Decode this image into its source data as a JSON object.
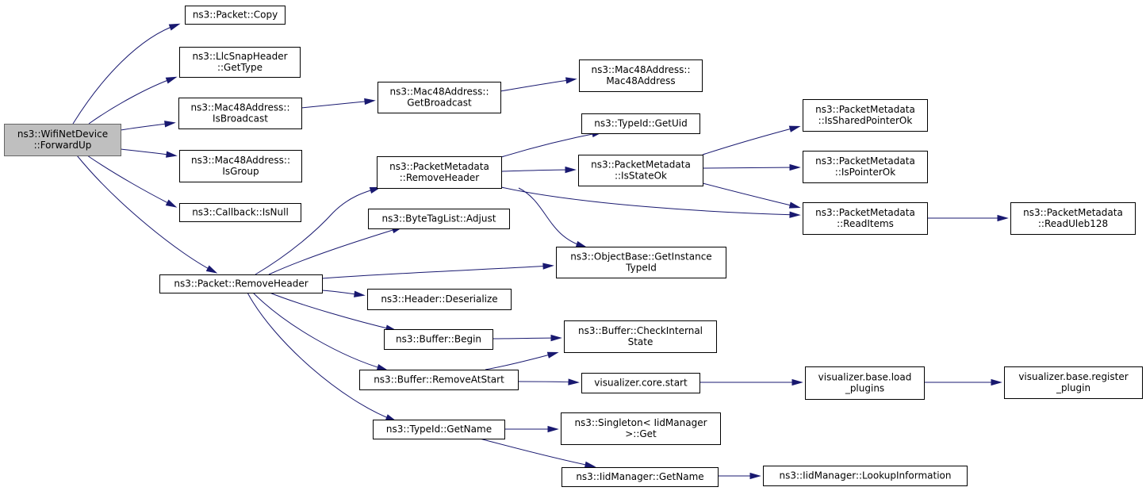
{
  "diagram": {
    "type": "call-graph",
    "nodes": [
      {
        "id": "wifi_forwardup",
        "lines": [
          "ns3::WifiNetDevice",
          "::ForwardUp"
        ],
        "highlighted": true
      },
      {
        "id": "packet_copy",
        "lines": [
          "ns3::Packet::Copy"
        ]
      },
      {
        "id": "llcsnap_gettype",
        "lines": [
          "ns3::LlcSnapHeader",
          "::GetType"
        ]
      },
      {
        "id": "mac48_isbroadcast",
        "lines": [
          "ns3::Mac48Address::",
          "IsBroadcast"
        ]
      },
      {
        "id": "mac48_isgroup",
        "lines": [
          "ns3::Mac48Address::",
          "IsGroup"
        ]
      },
      {
        "id": "callback_isnull",
        "lines": [
          "ns3::Callback::IsNull"
        ]
      },
      {
        "id": "packet_removeheader",
        "lines": [
          "ns3::Packet::RemoveHeader"
        ]
      },
      {
        "id": "mac48_getbroadcast",
        "lines": [
          "ns3::Mac48Address::",
          "GetBroadcast"
        ]
      },
      {
        "id": "mac48_ctor",
        "lines": [
          "ns3::Mac48Address::",
          "Mac48Address"
        ]
      },
      {
        "id": "pm_removeheader",
        "lines": [
          "ns3::PacketMetadata",
          "::RemoveHeader"
        ]
      },
      {
        "id": "bytetaglist_adjust",
        "lines": [
          "ns3::ByteTagList::Adjust"
        ]
      },
      {
        "id": "header_deserialize",
        "lines": [
          "ns3::Header::Deserialize"
        ]
      },
      {
        "id": "buffer_begin",
        "lines": [
          "ns3::Buffer::Begin"
        ]
      },
      {
        "id": "buffer_removeatstart",
        "lines": [
          "ns3::Buffer::RemoveAtStart"
        ]
      },
      {
        "id": "typeid_getname",
        "lines": [
          "ns3::TypeId::GetName"
        ]
      },
      {
        "id": "typeid_getuid",
        "lines": [
          "ns3::TypeId::GetUid"
        ]
      },
      {
        "id": "pm_isstateok",
        "lines": [
          "ns3::PacketMetadata",
          "::IsStateOk"
        ]
      },
      {
        "id": "objectbase_getinstancetypeid",
        "lines": [
          "ns3::ObjectBase::GetInstance",
          "TypeId"
        ]
      },
      {
        "id": "buffer_checkinternalstate",
        "lines": [
          "ns3::Buffer::CheckInternal",
          "State"
        ]
      },
      {
        "id": "visualizer_core_start",
        "lines": [
          "visualizer.core.start"
        ]
      },
      {
        "id": "singleton_get",
        "lines": [
          "ns3::Singleton< IidManager",
          ">::Get"
        ]
      },
      {
        "id": "iidmanager_getname",
        "lines": [
          "ns3::IidManager::GetName"
        ]
      },
      {
        "id": "pm_issharedpointerok",
        "lines": [
          "ns3::PacketMetadata",
          "::IsSharedPointerOk"
        ]
      },
      {
        "id": "pm_ispointerok",
        "lines": [
          "ns3::PacketMetadata",
          "::IsPointerOk"
        ]
      },
      {
        "id": "pm_readitems",
        "lines": [
          "ns3::PacketMetadata",
          "::ReadItems"
        ]
      },
      {
        "id": "visualizer_base_load_plugins",
        "lines": [
          "visualizer.base.load",
          "_plugins"
        ]
      },
      {
        "id": "iidmanager_lookupinformation",
        "lines": [
          "ns3::IidManager::LookupInformation"
        ]
      },
      {
        "id": "pm_readuleb128",
        "lines": [
          "ns3::PacketMetadata",
          "::ReadUleb128"
        ]
      },
      {
        "id": "visualizer_base_register_plugin",
        "lines": [
          "visualizer.base.register",
          "_plugin"
        ]
      }
    ],
    "edges": [
      {
        "from": "wifi_forwardup",
        "to": "packet_copy"
      },
      {
        "from": "wifi_forwardup",
        "to": "llcsnap_gettype"
      },
      {
        "from": "wifi_forwardup",
        "to": "mac48_isbroadcast"
      },
      {
        "from": "wifi_forwardup",
        "to": "mac48_isgroup"
      },
      {
        "from": "wifi_forwardup",
        "to": "callback_isnull"
      },
      {
        "from": "wifi_forwardup",
        "to": "packet_removeheader"
      },
      {
        "from": "mac48_isbroadcast",
        "to": "mac48_getbroadcast"
      },
      {
        "from": "mac48_getbroadcast",
        "to": "mac48_ctor"
      },
      {
        "from": "packet_removeheader",
        "to": "pm_removeheader"
      },
      {
        "from": "packet_removeheader",
        "to": "bytetaglist_adjust"
      },
      {
        "from": "packet_removeheader",
        "to": "objectbase_getinstancetypeid"
      },
      {
        "from": "packet_removeheader",
        "to": "header_deserialize"
      },
      {
        "from": "packet_removeheader",
        "to": "buffer_begin"
      },
      {
        "from": "packet_removeheader",
        "to": "buffer_removeatstart"
      },
      {
        "from": "packet_removeheader",
        "to": "typeid_getname"
      },
      {
        "from": "pm_removeheader",
        "to": "typeid_getuid"
      },
      {
        "from": "pm_removeheader",
        "to": "pm_isstateok"
      },
      {
        "from": "pm_removeheader",
        "to": "pm_readitems"
      },
      {
        "from": "pm_removeheader",
        "to": "objectbase_getinstancetypeid"
      },
      {
        "from": "pm_isstateok",
        "to": "pm_issharedpointerok"
      },
      {
        "from": "pm_isstateok",
        "to": "pm_ispointerok"
      },
      {
        "from": "pm_isstateok",
        "to": "pm_readitems"
      },
      {
        "from": "pm_readitems",
        "to": "pm_readuleb128"
      },
      {
        "from": "buffer_begin",
        "to": "buffer_checkinternalstate"
      },
      {
        "from": "buffer_removeatstart",
        "to": "buffer_checkinternalstate"
      },
      {
        "from": "buffer_removeatstart",
        "to": "visualizer_core_start"
      },
      {
        "from": "visualizer_core_start",
        "to": "visualizer_base_load_plugins"
      },
      {
        "from": "visualizer_base_load_plugins",
        "to": "visualizer_base_register_plugin"
      },
      {
        "from": "typeid_getname",
        "to": "singleton_get"
      },
      {
        "from": "typeid_getname",
        "to": "iidmanager_getname"
      },
      {
        "from": "iidmanager_getname",
        "to": "iidmanager_lookupinformation"
      }
    ],
    "colors": {
      "edge": "#191970",
      "highlighted_fill": "#bfbfbf",
      "highlighted_border": "#666666",
      "node_fill": "#ffffff",
      "node_border": "#000000"
    }
  }
}
